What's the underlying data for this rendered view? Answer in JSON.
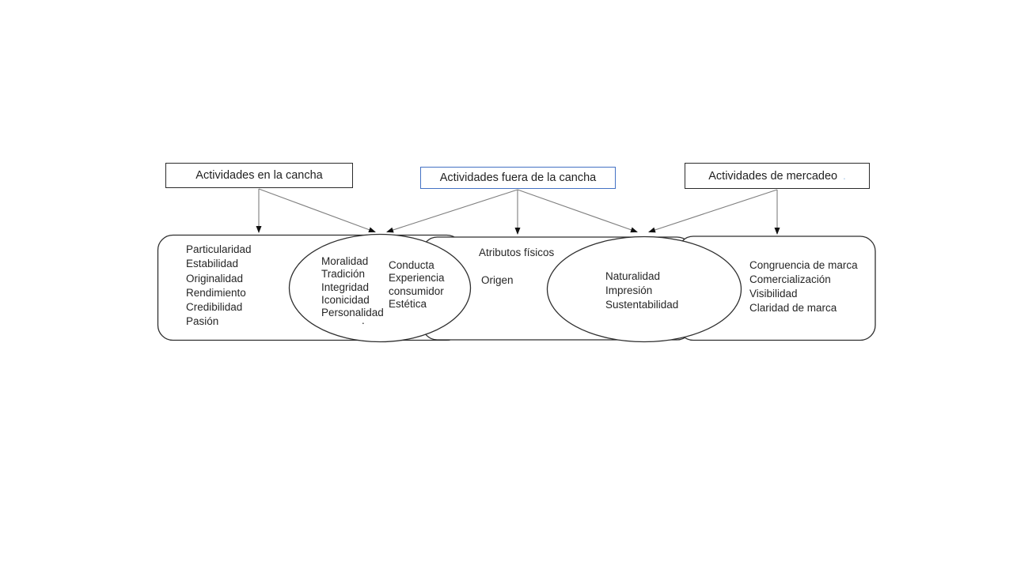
{
  "colors": {
    "background": "#ffffff",
    "dark_box_border": "#2b2b2b",
    "blue_box_border": "#4472c4",
    "shape_stroke": "#2f2f2f",
    "arrow_line": "#7f7f7f",
    "arrowhead": "#111111",
    "text": "#262626",
    "faint_dot_blue": "#9dc3e6"
  },
  "top_boxes": {
    "on_court": {
      "label": "Actividades en la cancha"
    },
    "off_court": {
      "label": "Actividades fuera de la cancha"
    },
    "marketing": {
      "label": "Actividades de mercadeo",
      "trailing_dot": "."
    }
  },
  "panels": {
    "on_court": {
      "items": [
        "Particularidad",
        "Estabilidad",
        "Originalidad",
        "Rendimiento",
        "Credibilidad",
        "Pasión"
      ]
    },
    "overlap_court_offcourt": {
      "col_a": [
        "Moralidad",
        "Tradición",
        "Integridad",
        "Iconicidad",
        "Personalidad"
      ],
      "col_b": [
        "Conducta",
        "Experiencia",
        "consumidor",
        "Estética"
      ],
      "stray_dot": "."
    },
    "off_court": {
      "line1": "Atributos físicos",
      "line2": "Origen"
    },
    "overlap_offcourt_marketing": {
      "items": [
        "Naturalidad",
        "Impresión",
        "Sustentabilidad"
      ]
    },
    "marketing": {
      "items": [
        "Congruencia de marca",
        "Comercialización",
        "Visibilidad",
        "Claridad de marca"
      ]
    }
  }
}
